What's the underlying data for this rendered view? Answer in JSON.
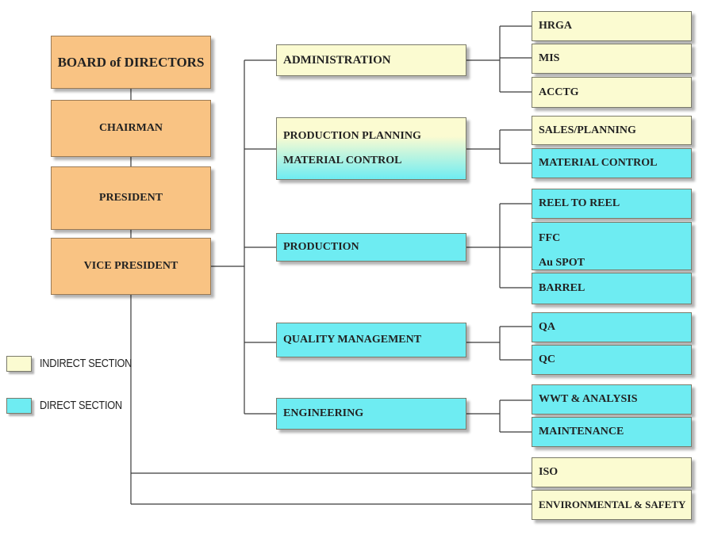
{
  "executive": {
    "board": "BOARD of DIRECTORS",
    "chairman": "CHAIRMAN",
    "president": "PRESIDENT",
    "vice_president": "VICE PRESIDENT"
  },
  "departments": {
    "administration": "ADMINISTRATION",
    "ppmc_line1": "PRODUCTION PLANNING",
    "ppmc_line2": "MATERIAL CONTROL",
    "production": "PRODUCTION",
    "quality": "QUALITY MANAGEMENT",
    "engineering": "ENGINEERING"
  },
  "sections": {
    "hrga": "HRGA",
    "mis": "MIS",
    "acctg": "ACCTG",
    "sales_planning": "SALES/PLANNING",
    "material_control": "MATERIAL CONTROL",
    "reel_to_reel": "REEL TO REEL",
    "ffc": "FFC",
    "au_spot": "Au SPOT",
    "barrel": "BARREL",
    "qa": "QA",
    "qc": "QC",
    "wwt": "WWT & ANALYSIS",
    "maintenance": "MAINTENANCE",
    "iso": "ISO",
    "env_safety": "ENVIRONMENTAL & SAFETY"
  },
  "legend": {
    "indirect": "INDIRECT SECTION",
    "direct": "DIRECT SECTION"
  },
  "colors": {
    "executive": "#f9c383",
    "indirect": "#fbfbd1",
    "direct": "#6eecf2"
  }
}
